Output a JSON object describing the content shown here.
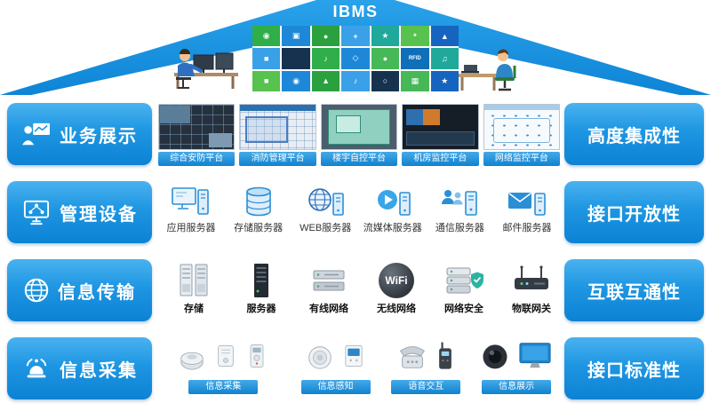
{
  "title": "IBMS",
  "theme": {
    "blue": "#1493E0",
    "blue_dark": "#0d82d4",
    "blue_light": "#4ab2f0",
    "strip_from": "#44aae8",
    "strip_to": "#1082d0"
  },
  "roof": {
    "tiles": [
      {
        "c": "#2fae4a",
        "g": "◉"
      },
      {
        "c": "#1e88d8",
        "g": "▣"
      },
      {
        "c": "#2aa03f",
        "g": "●"
      },
      {
        "c": "#3aa0e8",
        "g": "+"
      },
      {
        "c": "#20a89a",
        "g": "★"
      },
      {
        "c": "#57c24e",
        "g": "*"
      },
      {
        "c": "#1565c0",
        "g": "▲"
      },
      {
        "c": "#3aa0e8",
        "g": "■"
      },
      {
        "c": "#17324f",
        "g": ""
      },
      {
        "c": "#2fae4a",
        "g": "♪"
      },
      {
        "c": "#1e88d8",
        "g": "◇"
      },
      {
        "c": "#46b857",
        "g": "●"
      },
      {
        "c": "#0f6fb8",
        "g": "RFID"
      },
      {
        "c": "#20a89a",
        "g": "♫"
      },
      {
        "c": "#57c24e",
        "g": "■"
      },
      {
        "c": "#1e88d8",
        "g": "◉"
      },
      {
        "c": "#2aa03f",
        "g": "▲"
      },
      {
        "c": "#3aa0e8",
        "g": "♪"
      },
      {
        "c": "#17324f",
        "g": "○"
      },
      {
        "c": "#46b857",
        "g": "▦"
      },
      {
        "c": "#1565c0",
        "g": "★"
      }
    ]
  },
  "rows": [
    {
      "left": "业务展示",
      "right": "高度集成性",
      "platforms": [
        "综合安防平台",
        "消防管理平台",
        "楼宇自控平台",
        "机房监控平台",
        "网络监控平台"
      ]
    },
    {
      "left": "管理设备",
      "right": "接口开放性",
      "servers": [
        "应用服务器",
        "存储服务器",
        "WEB服务器",
        "流媒体服务器",
        "通信服务器",
        "邮件服务器"
      ]
    },
    {
      "left": "信息传输",
      "right": "互联互通性",
      "wifi_label": "WiFi",
      "network": [
        "存储",
        "服务器",
        "有线网络",
        "无线网络",
        "网络安全",
        "物联网关"
      ]
    },
    {
      "left": "信息采集",
      "right": "接口标准性",
      "collect": [
        "信息采集",
        "信息感知",
        "语音交互",
        "信息展示"
      ]
    }
  ]
}
